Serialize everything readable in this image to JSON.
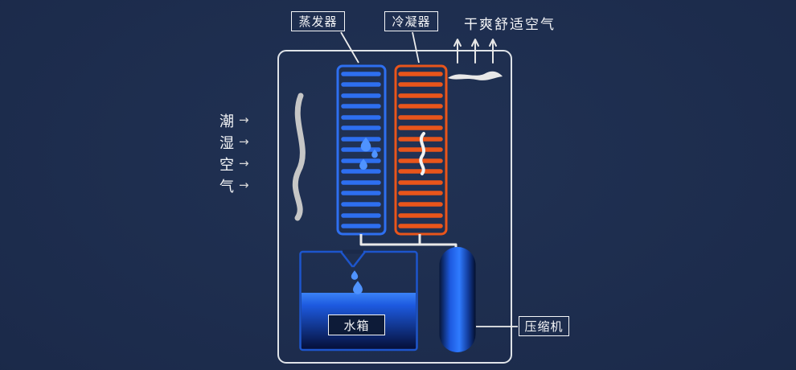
{
  "colors": {
    "background": "#1b2a4a",
    "outline": "#dfe3e8",
    "evaporator_blue": "#2e6ff0",
    "condenser_orange": "#e9551b",
    "tank_border_blue": "#1d55cc",
    "water_top_blue": "#3b82f6",
    "water_bottom_blue": "#050f38",
    "droplet_blue": "#4f93ff",
    "blade_gray": "#c6c6c6",
    "text_white": "#f5f6f8"
  },
  "callouts": {
    "evaporator": "蒸发器",
    "condenser": "冷凝器",
    "water_tank": "水箱",
    "compressor": "压缩机"
  },
  "air_flow": {
    "dry_air_label": "干爽舒适空气",
    "humid_air_chars": [
      "潮",
      "湿",
      "空",
      "气"
    ],
    "right_arrow": "→",
    "up_arrow": "↑"
  },
  "icons": {
    "fan_blade": "curved-fan-blade",
    "swoosh": "air-swoosh",
    "flame": "heat-flame",
    "droplet": "water-droplet",
    "up_arrow": "thin-up-arrow",
    "right_arrow": "thin-right-arrow"
  }
}
